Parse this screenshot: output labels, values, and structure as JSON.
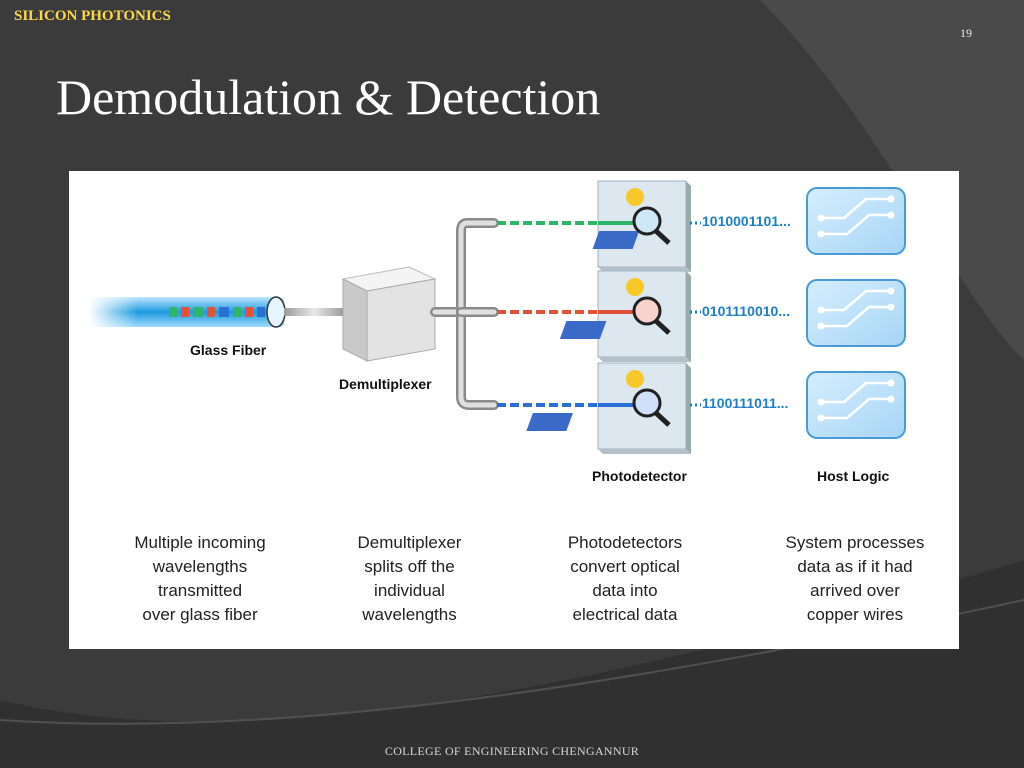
{
  "header": {
    "course": "SILICON PHOTONICS",
    "page_number": "19"
  },
  "slide": {
    "title": "Demodulation & Detection"
  },
  "footer": {
    "text": "COLLEGE OF ENGINEERING CHENGANNUR"
  },
  "diagram": {
    "labels": {
      "glass_fiber": "Glass Fiber",
      "demultiplexer": "Demultiplexer",
      "photodetector": "Photodetector",
      "host_logic": "Host Logic"
    },
    "channels": [
      {
        "bits": "1010001101...",
        "color": "#2fb56a"
      },
      {
        "bits": "0101110010...",
        "color": "#e0523a"
      },
      {
        "bits": "1100111011...",
        "color": "#2a6fd6"
      }
    ],
    "captions": [
      "Multiple incoming\nwavelengths\ntransmitted\nover glass fiber",
      "Demultiplexer\nsplits off the\nindividual\nwavelengths",
      "Photodetectors\nconvert optical\ndata into\nelectrical data",
      "System processes\ndata as if it had\narrived over\ncopper wires"
    ]
  },
  "colors": {
    "background": "#3b3b3b",
    "header": "#ffd84a",
    "accent_blue": "#1e7fc4"
  }
}
